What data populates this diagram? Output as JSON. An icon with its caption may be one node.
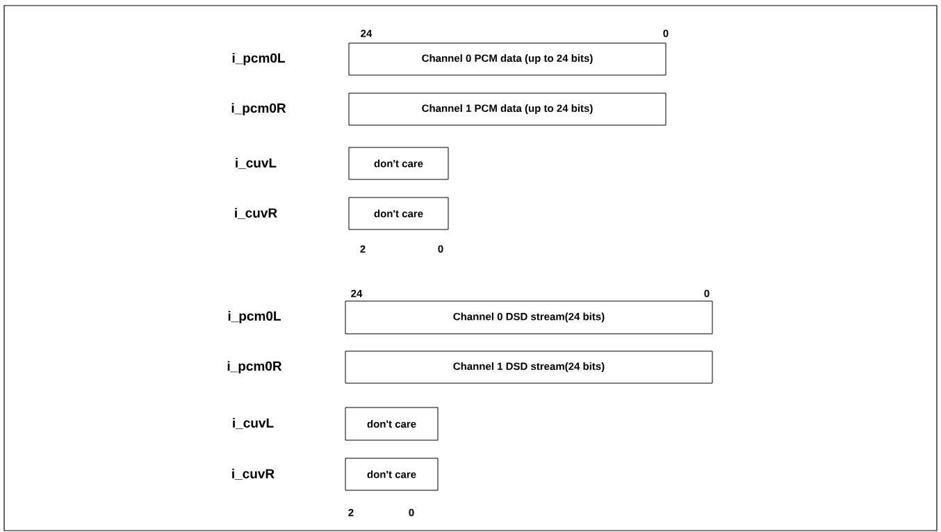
{
  "diagram": {
    "nodes": [
      {
        "text": [
          "Channel 0 PCM data (up to 24 bits)"
        ]
      },
      {
        "text": [
          "Channel 1 PCM data (up to 24 bits)"
        ]
      },
      {
        "text": [
          "don't care"
        ]
      },
      {
        "text": [
          "don't care"
        ]
      },
      {
        "text": [
          "Channel 0 DSD stream(24 bits)"
        ]
      },
      {
        "text": [
          "Channel 1 DSD stream(24 bits)"
        ]
      },
      {
        "text": [
          "don't care"
        ]
      },
      {
        "text": [
          "don't care"
        ]
      }
    ],
    "edges": [],
    "labels": [
      "24",
      "0",
      "i_pcm0L",
      "i_pcm0R",
      "i_cuvL",
      "i_cuvR",
      "2",
      "0",
      "24",
      "0",
      "i_pcm0L",
      "i_pcm0R",
      "i_cuvL",
      "i_cuvR",
      "2",
      "0"
    ]
  }
}
